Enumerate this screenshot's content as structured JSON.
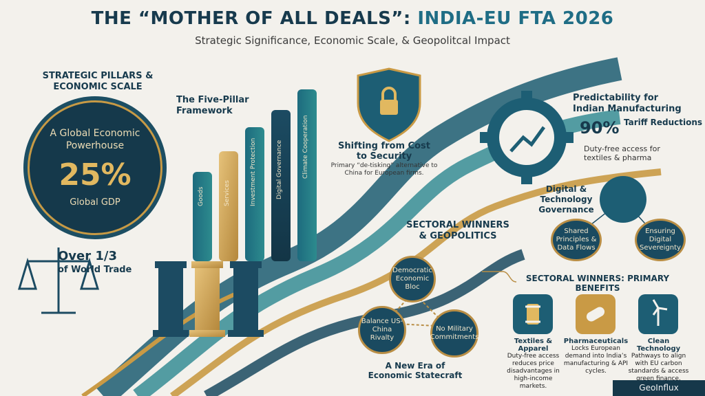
{
  "header": {
    "title_main": "THE “MOTHER OF ALL DEALS”: ",
    "title_accent": "INDIA-EU FTA 2026",
    "subtitle": "Strategic Significance, Economic Scale, & Geopolitcal Impact"
  },
  "left": {
    "heading": "STRATEGIC PILLARS & ECONOMIC SCALE",
    "circle_line": "A Global Economic Powerhouse",
    "circle_value": "25%",
    "circle_label": "Global GDP",
    "trade_value": "Over 1/3",
    "trade_label": "of World Trade"
  },
  "pillars": {
    "heading": "The Five-Pillar Framework",
    "items": [
      "Goods",
      "Services",
      "Investment Protection",
      "Digital Governance",
      "Climate Cooperation"
    ]
  },
  "security": {
    "heading": "Shifting from Cost to Security",
    "subtext": "Primary “de-tisking” alternative to China for European firms."
  },
  "manufacturing": {
    "heading": "Predictability for Indian Manufacturing",
    "value": "90%",
    "value_label": "Tariff Reductions",
    "subtext": "Duty-free access for textiles & pharma"
  },
  "digital": {
    "heading": "Digital & Technology Governance",
    "node_left": "Shared Principles & Data Flows",
    "node_right": "Ensuring Digital Severeignty"
  },
  "geopolitics": {
    "heading": "SECTORAL WINNERS & GEOPOLITICS",
    "node_top": "Democratic Economic Bloc",
    "node_left": "Balance US-China Rivalty",
    "node_right": "No Military Commitments",
    "footer": "A New Era of Economic Statecraft"
  },
  "benefits": {
    "heading": "SECTORAL WINNERS: PRIMARY BENEFITS",
    "items": [
      {
        "title": "Textiles & Apparel",
        "text": "Duty-free access reduces price disadvantages in high-income markets."
      },
      {
        "title": "Pharmaceuticals",
        "text": "Locks European demand into India’s manufacturing & API cycles."
      },
      {
        "title": "Clean Technology",
        "text": "Pathways to align with EU carbon standards & access green finance."
      }
    ]
  },
  "brand": "GeoInflux"
}
